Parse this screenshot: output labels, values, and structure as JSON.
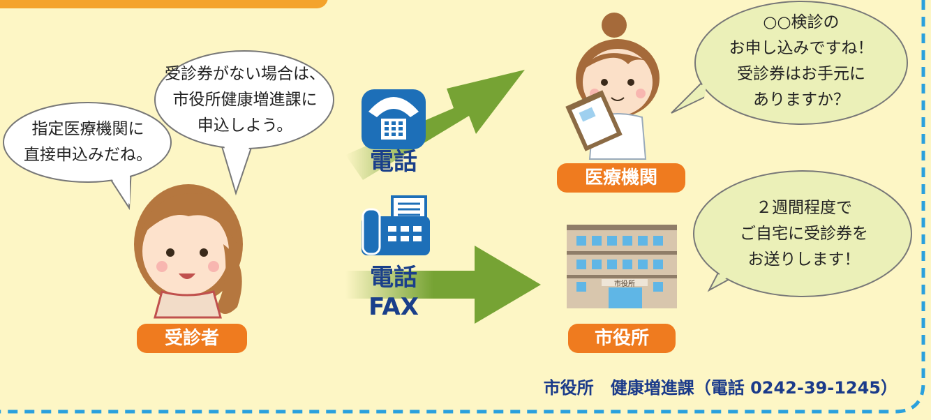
{
  "bubbles": {
    "left": [
      "指定医療機関に",
      "直接申込みだね。"
    ],
    "middle": [
      "受診券がない場合は、",
      "市役所健康増進課に",
      "申込しよう。"
    ],
    "top_right": [
      "○○検診の",
      "お申し込みですね！",
      "受診券はお手元に",
      "ありますか？"
    ],
    "bottom_right": [
      "２週間程度で",
      "ご自宅に受診券を",
      "お送りします！"
    ]
  },
  "labels": {
    "phone": "電話",
    "fax_line1": "電話",
    "fax_line2": "FAX",
    "patient": "受診者",
    "medical": "医療機関",
    "city_hall": "市役所",
    "building_sign": "市役所"
  },
  "footer": "市役所　健康増進課（電話 0242-39-1245）",
  "icons": [
    "telephone-icon",
    "fax-icon",
    "arrow-icon",
    "nurse-illustration",
    "patient-illustration",
    "city-hall-icon"
  ],
  "colors": {
    "background": "#fdf6c5",
    "tag": "#ef7b1f",
    "arrow": "#76a334",
    "bubble": "#ebf0b8",
    "border": "#2aa0dd",
    "footer_text": "#1a3a8a"
  }
}
